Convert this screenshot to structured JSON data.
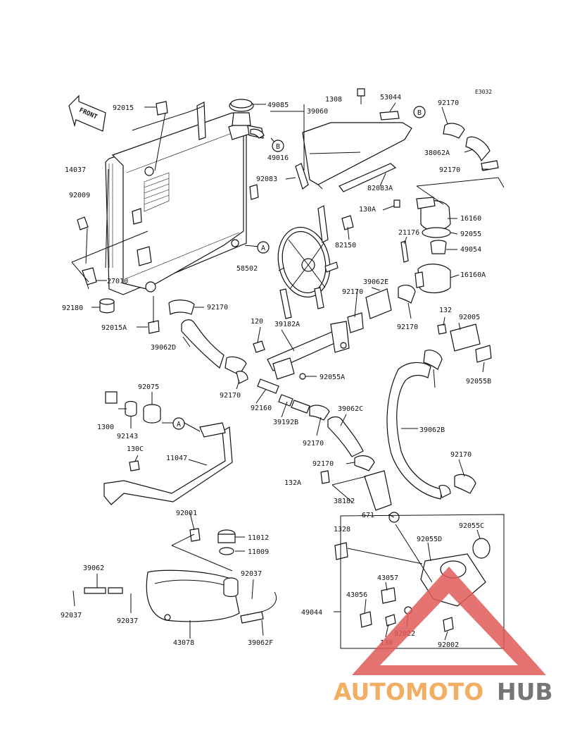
{
  "diagram": {
    "code": "E3032",
    "front_label": "FRONT",
    "callouts": {
      "A": "A",
      "B": "B"
    },
    "labels": [
      "92015",
      "14037",
      "92009",
      "27010",
      "92180",
      "92015A",
      "49085",
      "39060",
      "49016",
      "92083",
      "82083A",
      "1308",
      "53044",
      "92170",
      "38062A",
      "92170",
      "130A",
      "16160",
      "92055",
      "21176",
      "49054",
      "16160A",
      "82150",
      "58502",
      "92170",
      "39062D",
      "120",
      "39182A",
      "92055A",
      "92170",
      "39062E",
      "92170",
      "132",
      "92005",
      "92055B",
      "92170",
      "92160",
      "39192B",
      "92170",
      "39062C",
      "92075",
      "1300",
      "92143",
      "130C",
      "11047",
      "92170",
      "132A",
      "38182",
      "39062B",
      "92170",
      "671",
      "1328",
      "92055D",
      "92055C",
      "92001",
      "11012",
      "11009",
      "92037",
      "39062",
      "92037",
      "92037",
      "43078",
      "39062F",
      "43057",
      "43056",
      "49044",
      "130",
      "92022",
      "92002"
    ]
  },
  "watermark": {
    "part1": "AUTOMOTO",
    "part2": "HUB",
    "colors": {
      "part1": "#f0a24a",
      "part2": "#5f5f5f",
      "triangle": "#e05a58"
    }
  }
}
